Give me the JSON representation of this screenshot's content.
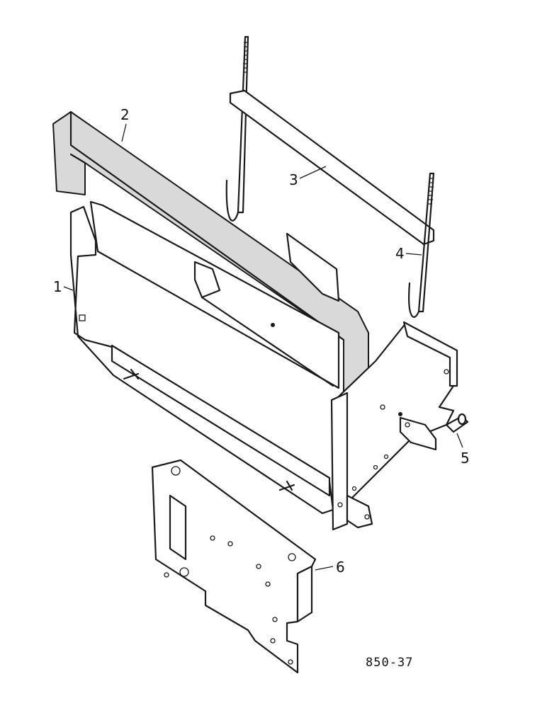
{
  "figure": {
    "code": "850-37",
    "colors": {
      "ink": "#1a1a1a",
      "paper": "#ffffff",
      "shade": "#d9d9d9"
    }
  },
  "callouts": [
    {
      "id": "1",
      "label": "1"
    },
    {
      "id": "2",
      "label": "2"
    },
    {
      "id": "3",
      "label": "3"
    },
    {
      "id": "4",
      "label": "4"
    },
    {
      "id": "5",
      "label": "5"
    },
    {
      "id": "6",
      "label": "6"
    }
  ]
}
